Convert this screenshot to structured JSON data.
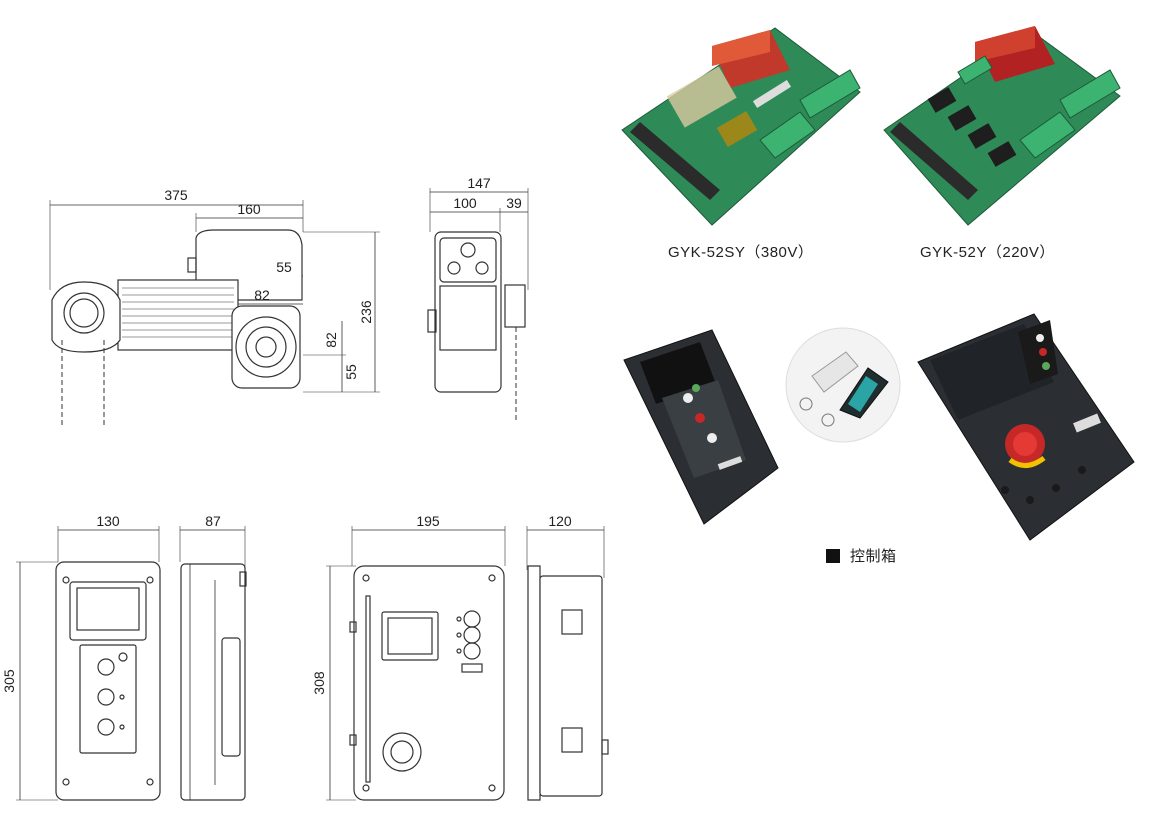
{
  "drawings": {
    "motor_front": {
      "dims": [
        "375",
        "160",
        "55",
        "82",
        "236",
        "82",
        "55"
      ]
    },
    "motor_side": {
      "dims": [
        "147",
        "100",
        "39"
      ]
    },
    "box_small": {
      "dims": [
        "130",
        "87",
        "305"
      ]
    },
    "box_large": {
      "dims": [
        "195",
        "120",
        "308"
      ]
    }
  },
  "products": {
    "board_380": {
      "caption": "GYK-52SY（380V）",
      "colors": {
        "pcb": "#2e8b57",
        "transformer": "#c0392b"
      }
    },
    "board_220": {
      "caption": "GYK-52Y（220V）",
      "colors": {
        "pcb": "#2e8b57",
        "transformer": "#b22222"
      }
    },
    "control_section": {
      "caption": "控制箱"
    }
  },
  "colors": {
    "line": "#333333",
    "housing": "#2b2f33",
    "estop": "#c62828"
  }
}
